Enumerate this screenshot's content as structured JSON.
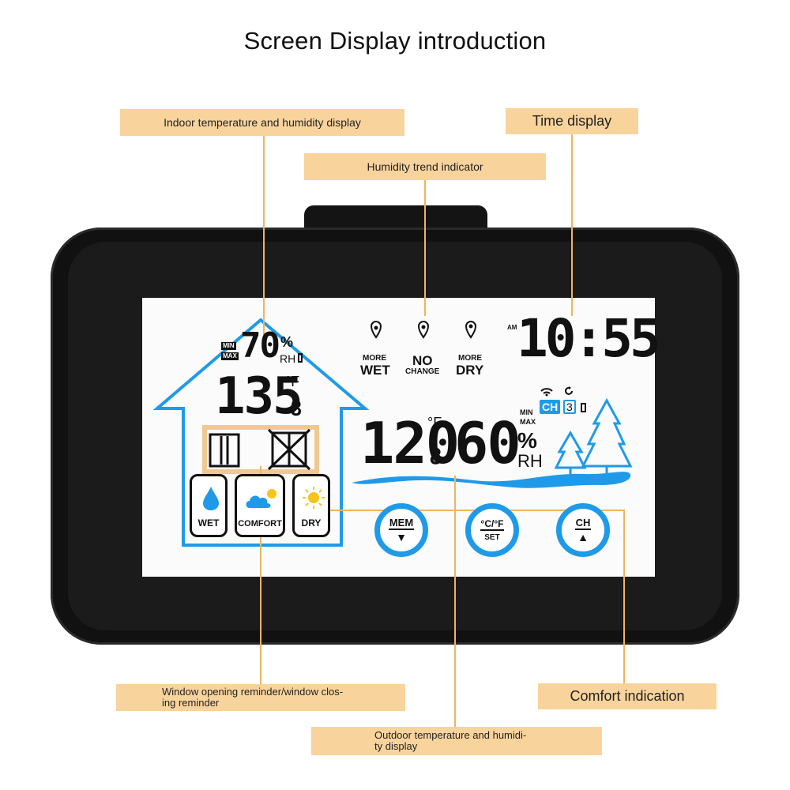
{
  "title": "Screen Display introduction",
  "callouts": {
    "indoor": "Indoor temperature and humidity display",
    "time": "Time display",
    "trend": "Humidity trend indicator",
    "window": "Window opening reminder/window clos-\ning reminder",
    "comfort": "Comfort indication",
    "outdoor": "Outdoor temperature and humidi-\nty display"
  },
  "indoor": {
    "min_tag": "MIN",
    "max_tag": "MAX",
    "humidity": "70",
    "humidity_unit": "%",
    "rh": "RH",
    "temp_main": "135",
    "temp_decimal": "8",
    "temp_unit": "°F"
  },
  "trend": {
    "more_wet_top": "MORE",
    "more_wet_bottom": "WET",
    "no_change_top": "NO",
    "no_change_bottom": "CHANGE",
    "more_dry_top": "MORE",
    "more_dry_bottom": "DRY"
  },
  "time": {
    "ampm": "AM",
    "value": "10:55"
  },
  "outdoor": {
    "temp_main": "120",
    "temp_decimal": "8",
    "temp_unit": "°F",
    "humidity": "60",
    "humidity_unit": "%",
    "rh": "RH",
    "min_tag": "MIN",
    "max_tag": "MAX",
    "channel_label": "CH",
    "channel_value": "3"
  },
  "comfort_modes": {
    "wet": "WET",
    "comfort": "COMFORT",
    "dry": "DRY"
  },
  "buttons": {
    "mem": "MEM",
    "mem_sub": "▼",
    "unit": "°C/°F",
    "unit_sub": "SET",
    "ch": "CH",
    "ch_sub": "▲"
  },
  "colors": {
    "accent": "#1f9ae8",
    "callout_bg": "#f9d39c",
    "leader": "#f0b460",
    "device": "#111111"
  }
}
